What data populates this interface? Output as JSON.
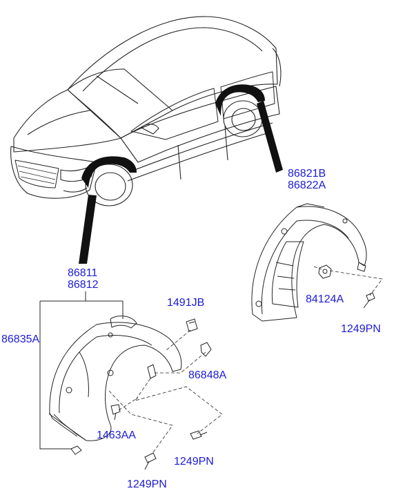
{
  "parts": {
    "rear_liner_lh": "86821B",
    "rear_liner_rh": "86822A",
    "front_liner_lh": "86811",
    "front_liner_rh": "86812",
    "front_liner_sub": "86835A",
    "screw_top": "1491JB",
    "clip": "86848A",
    "nut": "84124A",
    "screw_rear": "1249PN",
    "grommet": "1463AA",
    "screw_front_right": "1249PN",
    "screw_front_bottom": "1249PN"
  },
  "colors": {
    "label": "#1a1ad6",
    "line": "#222222",
    "fill": "#111111"
  }
}
